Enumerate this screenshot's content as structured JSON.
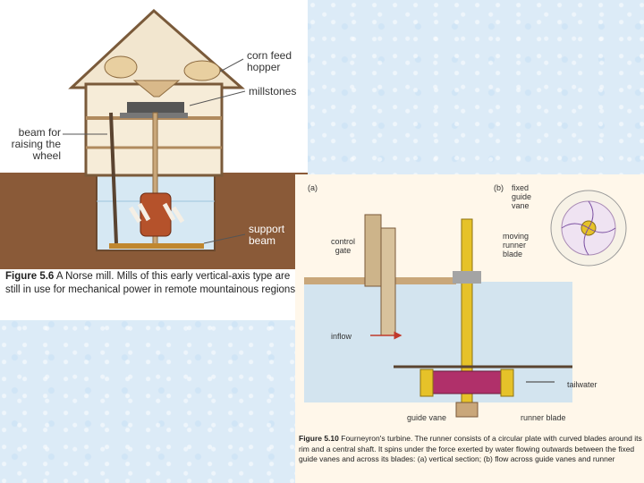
{
  "figure56": {
    "labels": {
      "corn_feed_hopper": "corn feed\nhopper",
      "millstones": "millstones",
      "beam_for_raising": "beam for\nraising the\nwheel",
      "support_beam": "support\nbeam"
    },
    "caption_number": "Figure 5.6",
    "caption_text": "A Norse mill. Mills of this early vertical-axis type are still in use for mechanical power in remote mountainous regions"
  },
  "figure510": {
    "labels": {
      "part_a": "(a)",
      "part_b": "(b)",
      "fixed_guide_vane": "fixed\nguide\nvane",
      "moving_runner_blade": "moving\nrunner\nblade",
      "control_gate": "control\ngate",
      "inflow": "inflow",
      "tailwater": "tailwater",
      "guide_vane": "guide vane",
      "runner_blade": "runner blade"
    },
    "caption_number": "Figure 5.10",
    "caption_text": "Fourneyron's turbine. The runner consists of a circular plate with curved blades around its rim and a central shaft. It spins under the force exerted by water flowing outwards between the fixed guide vanes and across its blades: (a) vertical section; (b) flow across guide vanes and runner"
  },
  "colors": {
    "earth": "#8a5a38",
    "water": "#cfe3f0",
    "wood": "#c9a77a",
    "runner": "#b0306a",
    "shaft": "#e6c229",
    "caption_red": "#c0392b"
  }
}
